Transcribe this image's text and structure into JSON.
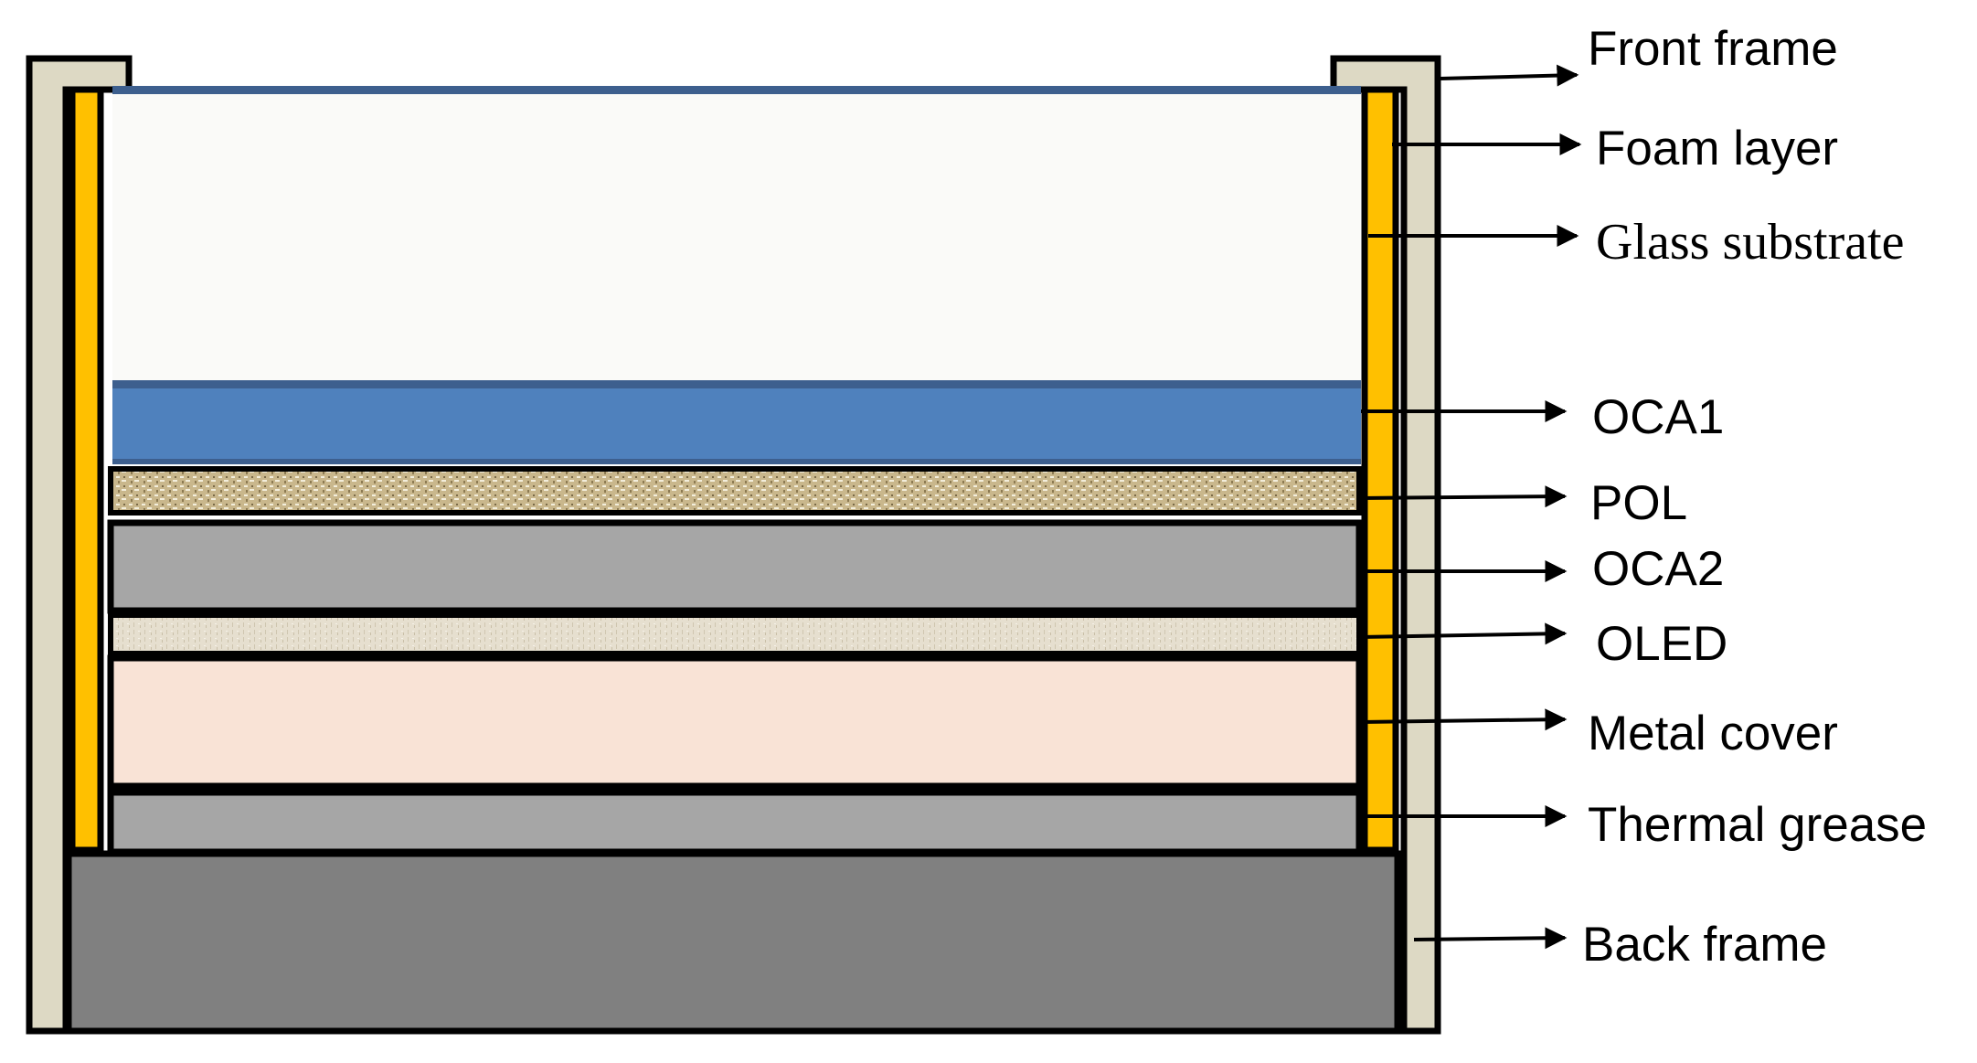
{
  "labels": {
    "front_frame": "Front frame",
    "foam_layer": "Foam layer",
    "glass_substrate": "Glass substrate",
    "oca1": "OCA1",
    "pol": "POL",
    "oca2": "OCA2",
    "oled": "OLED",
    "metal_cover": "Metal cover",
    "thermal_grease": "Thermal grease",
    "back_frame": "Back frame"
  },
  "colors": {
    "frame": "#DDD9C4",
    "foam": "#FFC000",
    "glass": "#FAFAF8",
    "glass_edge": "#3D5F8E",
    "oca1": "#4F81BD",
    "pol": "#C8B68A",
    "oca2": "#A6A6A6",
    "oled": "#E3DCCB",
    "metal_cover": "#F9E3D6",
    "thermal_grease": "#A6A6A6",
    "back_frame": "#808080",
    "outline": "#000000"
  }
}
